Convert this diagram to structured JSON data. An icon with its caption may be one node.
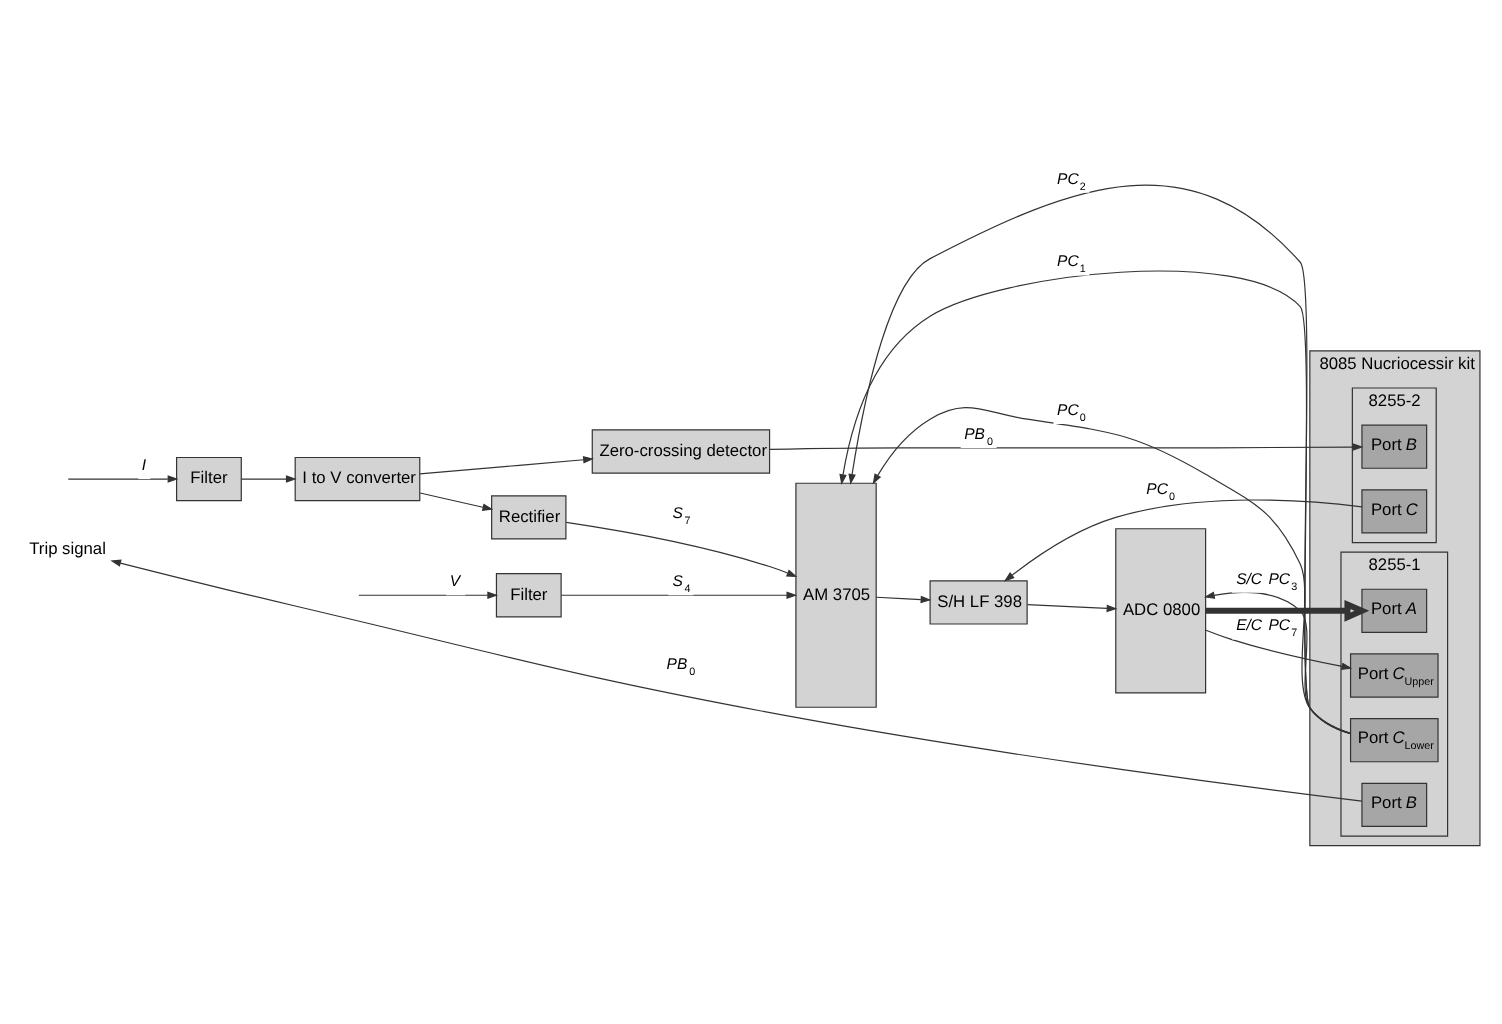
{
  "diagram": {
    "nodes": [
      {
        "text": [
          "8085 Nucriocessir kit"
        ]
      },
      {
        "text": [
          "8255-1"
        ],
        "in": 0
      },
      {
        "text": [
          "Port *A*"
        ],
        "in": 1
      },
      {
        "text": [
          "Port *C*$_{Upper}$"
        ],
        "in": 1
      },
      {
        "text": [
          "Port *C*$_{Lower}$"
        ],
        "in": 1
      },
      {
        "text": [
          "Port *B*"
        ],
        "in": 1
      },
      {
        "text": [
          "8255-2"
        ],
        "in": 0
      },
      {
        "text": [
          "Port *B*"
        ],
        "in": 6
      },
      {
        "text": [
          "Port *C*"
        ],
        "in": 6
      },
      {
        "text": [
          "Filter"
        ]
      },
      {
        "text": [
          "I to V converter"
        ]
      },
      {
        "text": [
          "Rectifier"
        ]
      },
      {
        "text": [
          "AM 3705"
        ]
      },
      {
        "text": [
          "S/H LF 398"
        ]
      },
      {
        "text": [
          "ADC 0800"
        ]
      },
      {
        "text": [
          "Filter"
        ]
      },
      {
        "text": [
          "Zero-crossing detector"
        ]
      },
      {
        "text": [
          "Trip signal"
        ]
      }
    ],
    "edges": [
      {
        "from": null,
        "to": 9,
        "arrow": "to",
        "label": "*I*"
      },
      {
        "from": 9,
        "to": 10,
        "arrow": "to"
      },
      {
        "from": 10,
        "to": 11,
        "arrow": "to"
      },
      {
        "from": 11,
        "to": 12,
        "arrow": "to",
        "label": "*S*$_{7}$"
      },
      {
        "from": 10,
        "to": 16,
        "arrow": "to"
      },
      {
        "from": null,
        "to": 15,
        "arrow": "to",
        "label": "*V*"
      },
      {
        "from": 15,
        "to": 12,
        "arrow": "to",
        "label": "*S*$_{4}$"
      },
      {
        "from": 12,
        "to": 13,
        "arrow": "to"
      },
      {
        "from": 13,
        "to": 14,
        "arrow": "to"
      },
      {
        "from": 14,
        "to": 2,
        "arrow": "to",
        "style": "thick"
      },
      {
        "from": 14,
        "to": 3,
        "arrow": "to",
        "label": "*E/C* *PC*$_{7}$"
      },
      {
        "from": 4,
        "to": 14,
        "arrow": "to",
        "label": "*S/C* *PC*$_{3}$"
      },
      {
        "from": 4,
        "to": 12,
        "arrow": "to",
        "label": "*PC*$_{2}$"
      },
      {
        "from": 4,
        "to": 12,
        "arrow": "to",
        "label": "*PC*$_{1}$"
      },
      {
        "from": 4,
        "to": 12,
        "arrow": "to",
        "label": "*PC*$_{0}$"
      },
      {
        "from": 5,
        "to": 17,
        "arrow": "to",
        "label": "*PB*$_{0}$"
      },
      {
        "from": 16,
        "to": 7,
        "arrow": "to",
        "label": "*PB*$_{0}$"
      },
      {
        "from": 8,
        "to": 13,
        "arrow": "to",
        "label": "*PC*$_{0}$"
      }
    ]
  }
}
